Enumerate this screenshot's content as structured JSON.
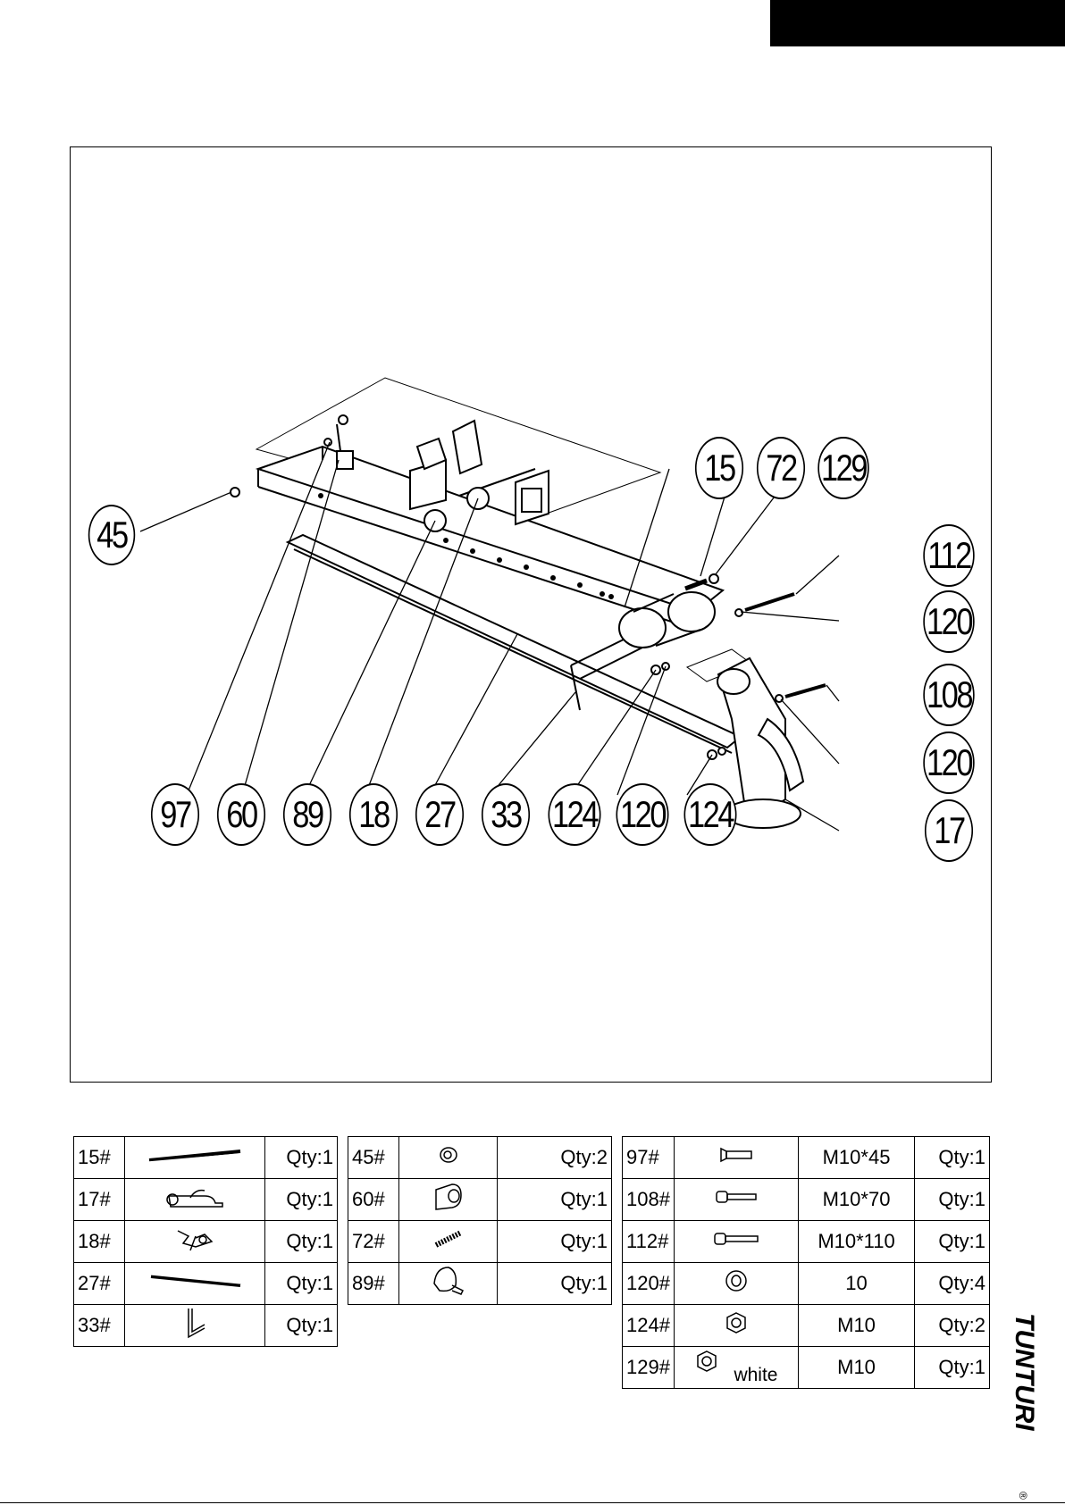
{
  "callouts": {
    "c15": "15",
    "c72": "72",
    "c129": "129",
    "c112": "112",
    "c120a": "120",
    "c108": "108",
    "c120b": "120",
    "c17": "17",
    "c45": "45",
    "c97": "97",
    "c60": "60",
    "c89": "89",
    "c18": "18",
    "c27": "27",
    "c33": "33",
    "c124a": "124",
    "c120c": "120",
    "c124b": "124"
  },
  "table1": [
    {
      "num": "15#",
      "icon": "long-tube-icon",
      "qty": "Qty:1"
    },
    {
      "num": "17#",
      "icon": "stand-frame-icon",
      "qty": "Qty:1"
    },
    {
      "num": "18#",
      "icon": "bracket-icon",
      "qty": "Qty:1"
    },
    {
      "num": "27#",
      "icon": "rail-icon",
      "qty": "Qty:1"
    },
    {
      "num": "33#",
      "icon": "l-bar-icon",
      "qty": "Qty:1"
    }
  ],
  "table2": [
    {
      "num": "45#",
      "icon": "cap-icon",
      "qty": "Qty:2"
    },
    {
      "num": "60#",
      "icon": "cylinder-icon",
      "qty": "Qty:1"
    },
    {
      "num": "72#",
      "icon": "spring-icon",
      "qty": "Qty:1"
    },
    {
      "num": "89#",
      "icon": "knob-icon",
      "qty": "Qty:1"
    }
  ],
  "table3": [
    {
      "num": "97#",
      "icon": "flat-bolt-icon",
      "size": "M10*45",
      "qty": "Qty:1"
    },
    {
      "num": "108#",
      "icon": "hex-bolt-icon",
      "size": "M10*70",
      "qty": "Qty:1"
    },
    {
      "num": "112#",
      "icon": "hex-bolt-icon",
      "size": "M10*110",
      "qty": "Qty:1"
    },
    {
      "num": "120#",
      "icon": "washer-icon",
      "size": "10",
      "qty": "Qty:4"
    },
    {
      "num": "124#",
      "icon": "nut-icon",
      "size": "M10",
      "qty": "Qty:2"
    },
    {
      "num": "129#",
      "icon": "nut-icon",
      "size": "M10",
      "qty": "Qty:1",
      "note": "white"
    }
  ],
  "brand": {
    "name": "TUNTURI",
    "mark": "®"
  }
}
